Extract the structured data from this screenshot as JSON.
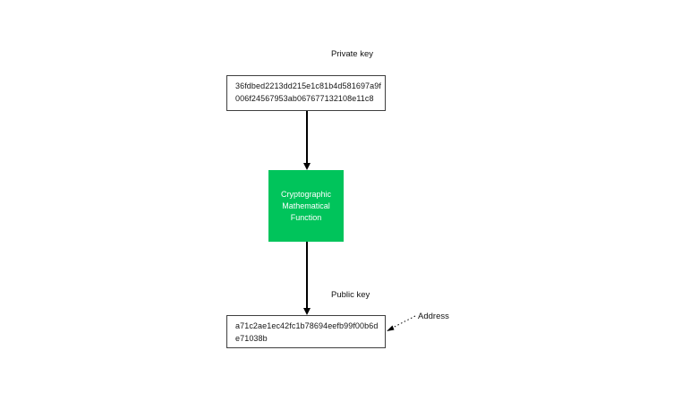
{
  "colors": {
    "background": "#ffffff",
    "accent_green": "#00C45B",
    "box_border": "#3f3f3f",
    "text": "#161616",
    "arrow": "#000000"
  },
  "diagram": {
    "private_key": {
      "label": "Private key",
      "value_line1": "36fdbed2213dd215e1c81b4d581697a9f",
      "value_line2": "006f24567953ab067677132108e11c8"
    },
    "function_box": {
      "line1": "Cryptographic",
      "line2": "Mathematical",
      "line3": "Function"
    },
    "public_key": {
      "label": "Public key",
      "value_line1": "a71c2ae1ec42fc1b78694eefb99f00b6d",
      "value_line2": "e71038b"
    },
    "address": {
      "label": "Address"
    }
  }
}
